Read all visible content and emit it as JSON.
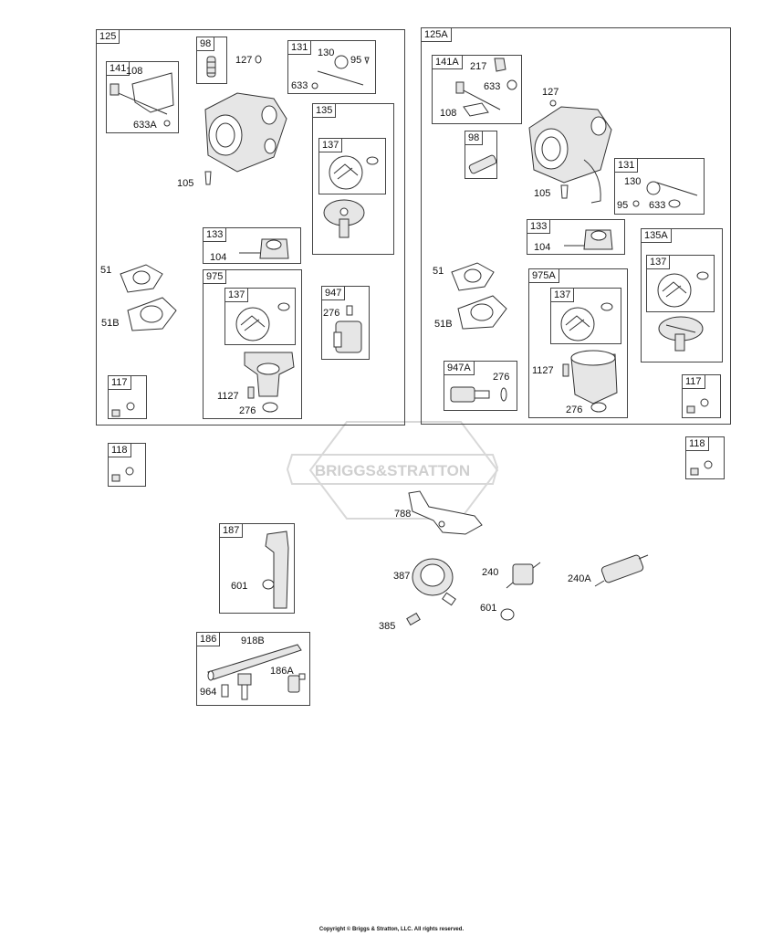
{
  "labels": {
    "l125": "125",
    "l98a": "98",
    "l127a": "127",
    "l131a": "131",
    "l130a": "130",
    "l95a": "95",
    "l633a": "633",
    "l141": "141",
    "l108a": "108",
    "l633A": "633A",
    "l135": "135",
    "l137a": "137",
    "l105a": "105",
    "l133a": "133",
    "l104a": "104",
    "l51a": "51",
    "l51Ba": "51B",
    "l975": "975",
    "l137b": "137",
    "l947": "947",
    "l276a": "276",
    "l1127a": "1127",
    "l276b": "276",
    "l117a": "117",
    "l125A": "125A",
    "l141A": "141A",
    "l217": "217",
    "l633b": "633",
    "l108b": "108",
    "l127b": "127",
    "l98b": "98",
    "l105b": "105",
    "l131b": "131",
    "l130b": "130",
    "l95b": "95",
    "l633c": "633",
    "l133b": "133",
    "l104b": "104",
    "l135A": "135A",
    "l137c": "137",
    "l51b": "51",
    "l51Bb": "51B",
    "l975A": "975A",
    "l137d": "137",
    "l947A": "947A",
    "l276c": "276",
    "l1127b": "1127",
    "l276d": "276",
    "l117b": "117",
    "l118a": "118",
    "l118b": "118",
    "l788": "788",
    "l187": "187",
    "l601a": "601",
    "l387": "387",
    "l240": "240",
    "l240A": "240A",
    "l601b": "601",
    "l385": "385",
    "l186": "186",
    "l918B": "918B",
    "l186A": "186A",
    "l964": "964"
  },
  "watermark": "BRIGGS&STRATTON",
  "copyright": "Copyright © Briggs & Stratton, LLC. All rights reserved."
}
